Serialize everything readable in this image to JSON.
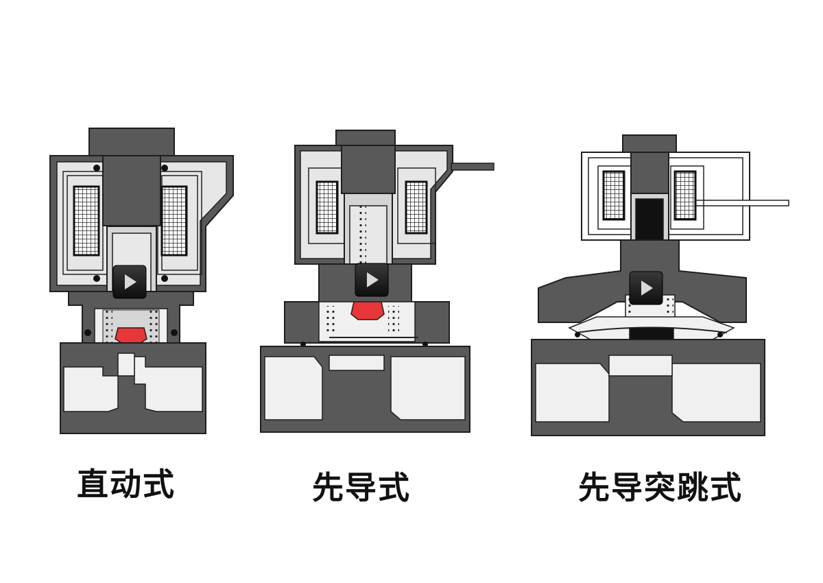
{
  "valves": [
    {
      "label": "直动式",
      "icon": "play-icon"
    },
    {
      "label": "先导式",
      "icon": "play-icon"
    },
    {
      "label": "先导突跳式",
      "icon": "play-icon"
    }
  ],
  "colors": {
    "body": "#595959",
    "outline": "#1e1e1e",
    "cavity": "#f0f0f0",
    "coil_case": "#e6e6e6",
    "seal": "#e8363a",
    "play_bg": "#151515",
    "play_glyph": "#d9d9d9"
  }
}
